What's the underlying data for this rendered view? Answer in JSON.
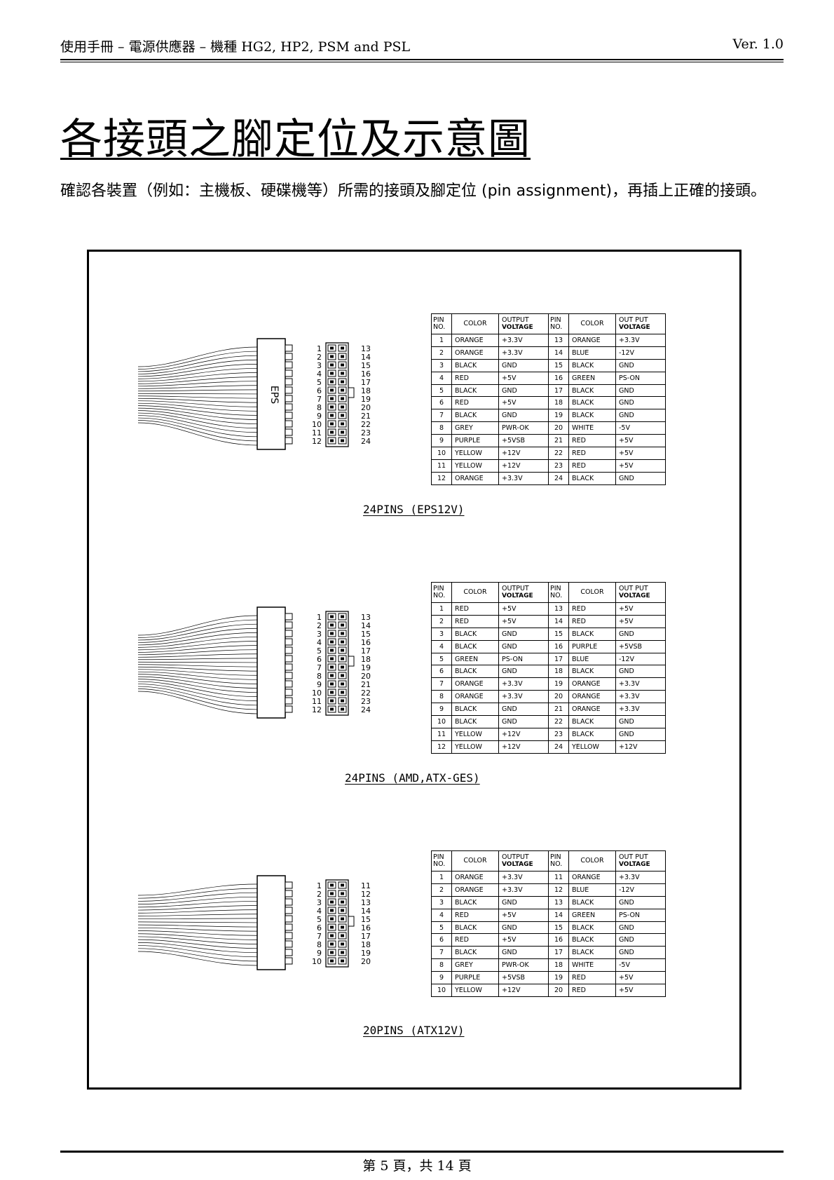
{
  "header": {
    "left": "使用手冊 – 電源供應器 – 機種 HG2, HP2, PSM and PSL",
    "right": "Ver. 1.0"
  },
  "title": "各接頭之腳定位及示意圖",
  "intro": "確認各裝置（例如：主機板、硬碟機等）所需的接頭及腳定位 (pin assignment)，再插上正確的接頭。",
  "table_headers": {
    "pin": "PIN NO.",
    "color": "COLOR",
    "output": "OUTPUT",
    "voltage": "VOLTAGE",
    "output_alt": "OUT PUT"
  },
  "connectors": [
    {
      "caption": "24PINS (EPS12V)",
      "label": "EPS",
      "left_numbers": [
        "1",
        "2",
        "3",
        "4",
        "5",
        "6",
        "7",
        "8",
        "9",
        "10",
        "11",
        "12"
      ],
      "right_numbers": [
        "13",
        "14",
        "15",
        "16",
        "17",
        "18",
        "19",
        "20",
        "21",
        "22",
        "23",
        "24"
      ],
      "rows": [
        [
          "1",
          "ORANGE",
          "+3.3V",
          "13",
          "ORANGE",
          "+3.3V"
        ],
        [
          "2",
          "ORANGE",
          "+3.3V",
          "14",
          "BLUE",
          "-12V"
        ],
        [
          "3",
          "BLACK",
          "GND",
          "15",
          "BLACK",
          "GND"
        ],
        [
          "4",
          "RED",
          "+5V",
          "16",
          "GREEN",
          "PS-ON"
        ],
        [
          "5",
          "BLACK",
          "GND",
          "17",
          "BLACK",
          "GND"
        ],
        [
          "6",
          "RED",
          "+5V",
          "18",
          "BLACK",
          "GND"
        ],
        [
          "7",
          "BLACK",
          "GND",
          "19",
          "BLACK",
          "GND"
        ],
        [
          "8",
          "GREY",
          "PWR-OK",
          "20",
          "WHITE",
          "-5V"
        ],
        [
          "9",
          "PURPLE",
          "+5VSB",
          "21",
          "RED",
          "+5V"
        ],
        [
          "10",
          "YELLOW",
          "+12V",
          "22",
          "RED",
          "+5V"
        ],
        [
          "11",
          "YELLOW",
          "+12V",
          "23",
          "RED",
          "+5V"
        ],
        [
          "12",
          "ORANGE",
          "+3.3V",
          "24",
          "BLACK",
          "GND"
        ]
      ]
    },
    {
      "caption": "24PINS (AMD,ATX-GES)",
      "label": "",
      "left_numbers": [
        "1",
        "2",
        "3",
        "4",
        "5",
        "6",
        "7",
        "8",
        "9",
        "10",
        "11",
        "12"
      ],
      "right_numbers": [
        "13",
        "14",
        "15",
        "16",
        "17",
        "18",
        "19",
        "20",
        "21",
        "22",
        "23",
        "24"
      ],
      "rows": [
        [
          "1",
          "RED",
          "+5V",
          "13",
          "RED",
          "+5V"
        ],
        [
          "2",
          "RED",
          "+5V",
          "14",
          "RED",
          "+5V"
        ],
        [
          "3",
          "BLACK",
          "GND",
          "15",
          "BLACK",
          "GND"
        ],
        [
          "4",
          "BLACK",
          "GND",
          "16",
          "PURPLE",
          "+5VSB"
        ],
        [
          "5",
          "GREEN",
          "PS-ON",
          "17",
          "BLUE",
          "-12V"
        ],
        [
          "6",
          "BLACK",
          "GND",
          "18",
          "BLACK",
          "GND"
        ],
        [
          "7",
          "ORANGE",
          "+3.3V",
          "19",
          "ORANGE",
          "+3.3V"
        ],
        [
          "8",
          "ORANGE",
          "+3.3V",
          "20",
          "ORANGE",
          "+3.3V"
        ],
        [
          "9",
          "BLACK",
          "GND",
          "21",
          "ORANGE",
          "+3.3V"
        ],
        [
          "10",
          "BLACK",
          "GND",
          "22",
          "BLACK",
          "GND"
        ],
        [
          "11",
          "YELLOW",
          "+12V",
          "23",
          "BLACK",
          "GND"
        ],
        [
          "12",
          "YELLOW",
          "+12V",
          "24",
          "YELLOW",
          "+12V"
        ]
      ]
    },
    {
      "caption": "20PINS (ATX12V)",
      "label": "",
      "left_numbers": [
        "1",
        "2",
        "3",
        "4",
        "5",
        "6",
        "7",
        "8",
        "9",
        "10"
      ],
      "right_numbers": [
        "11",
        "12",
        "13",
        "14",
        "15",
        "16",
        "17",
        "18",
        "19",
        "20"
      ],
      "rows": [
        [
          "1",
          "ORANGE",
          "+3.3V",
          "11",
          "ORANGE",
          "+3.3V"
        ],
        [
          "2",
          "ORANGE",
          "+3.3V",
          "12",
          "BLUE",
          "-12V"
        ],
        [
          "3",
          "BLACK",
          "GND",
          "13",
          "BLACK",
          "GND"
        ],
        [
          "4",
          "RED",
          "+5V",
          "14",
          "GREEN",
          "PS-ON"
        ],
        [
          "5",
          "BLACK",
          "GND",
          "15",
          "BLACK",
          "GND"
        ],
        [
          "6",
          "RED",
          "+5V",
          "16",
          "BLACK",
          "GND"
        ],
        [
          "7",
          "BLACK",
          "GND",
          "17",
          "BLACK",
          "GND"
        ],
        [
          "8",
          "GREY",
          "PWR-OK",
          "18",
          "WHITE",
          "-5V"
        ],
        [
          "9",
          "PURPLE",
          "+5VSB",
          "19",
          "RED",
          "+5V"
        ],
        [
          "10",
          "YELLOW",
          "+12V",
          "20",
          "RED",
          "+5V"
        ]
      ]
    }
  ],
  "footer": "第 5 頁，共 14 頁"
}
